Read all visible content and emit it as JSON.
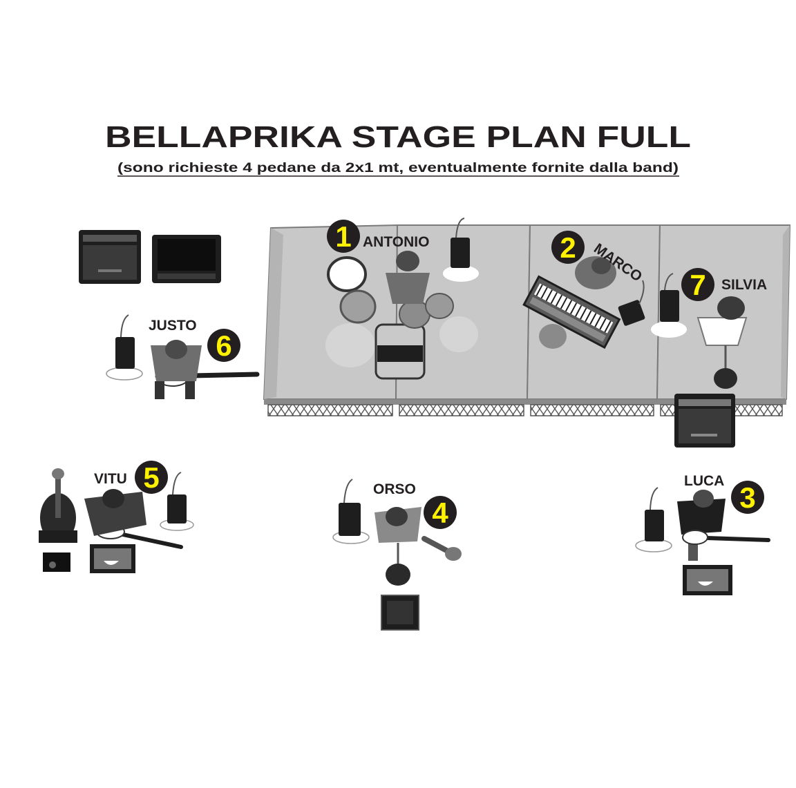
{
  "title": "BELLAPRIKA STAGE PLAN FULL",
  "subtitle": "(sono richieste 4 pedane da 2x1 mt, eventualmente fornite dalla band)",
  "colors": {
    "text": "#231f20",
    "badge": "#231f20",
    "badge_number": "#fff200",
    "riser": "#c8c8c8",
    "riser_dark": "#8a8a8a",
    "equipment": "#1e1e1e"
  },
  "musicians": [
    {
      "number": "1",
      "name": "ANTONIO",
      "role_icon": "drum-kit-icon"
    },
    {
      "number": "2",
      "name": "MARCO",
      "role_icon": "keyboard-icon"
    },
    {
      "number": "3",
      "name": "LUCA",
      "role_icon": "guitar-icon"
    },
    {
      "number": "4",
      "name": "ORSO",
      "role_icon": "vocal-mic-icon"
    },
    {
      "number": "5",
      "name": "VITU",
      "role_icon": "guitar-icon"
    },
    {
      "number": "6",
      "name": "JUSTO",
      "role_icon": "bass-icon"
    },
    {
      "number": "7",
      "name": "SILVIA",
      "role_icon": "vocal-mic-icon"
    }
  ]
}
